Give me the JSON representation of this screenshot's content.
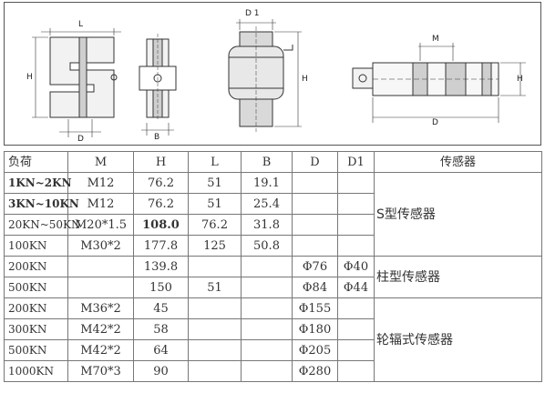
{
  "drawing_labels": {
    "s_type": {
      "length": "L",
      "height": "H",
      "diameter": "D"
    },
    "side_view": {
      "width": "B"
    },
    "column": {
      "diameter_1": "D 1",
      "height": "H"
    },
    "spoke": {
      "thread": "M",
      "height": "H",
      "diameter": "D"
    }
  },
  "table": {
    "headers": [
      "负荷",
      "M",
      "H",
      "L",
      "B",
      "D",
      "D1",
      "传感器"
    ],
    "rows": [
      {
        "load": "1KN~2KN",
        "M": "M12",
        "H": "76.2",
        "L": "51",
        "B": "19.1",
        "D": "",
        "D1": ""
      },
      {
        "load": "3KN~10KN",
        "M": "M12",
        "H": "76.2",
        "L": "51",
        "B": "25.4",
        "D": "",
        "D1": ""
      },
      {
        "load": "20KN~50KN",
        "M": "M20*1.5",
        "H": "108.0",
        "L": "76.2",
        "B": "31.8",
        "D": "",
        "D1": ""
      },
      {
        "load": "100KN",
        "M": "M30*2",
        "H": "177.8",
        "L": "125",
        "B": "50.8",
        "D": "",
        "D1": ""
      },
      {
        "load": "200KN",
        "M": "",
        "H": "139.8",
        "L": "",
        "B": "",
        "D": "Φ76",
        "D1": "Φ40"
      },
      {
        "load": "500KN",
        "M": "",
        "H": "150",
        "L": "51",
        "B": "",
        "D": "Φ84",
        "D1": "Φ44"
      },
      {
        "load": "200KN",
        "M": "M36*2",
        "H": "45",
        "L": "",
        "B": "",
        "D": "Φ155",
        "D1": ""
      },
      {
        "load": "300KN",
        "M": "M42*2",
        "H": "58",
        "L": "",
        "B": "",
        "D": "Φ180",
        "D1": ""
      },
      {
        "load": "500KN",
        "M": "M42*2",
        "H": "64",
        "L": "",
        "B": "",
        "D": "Φ205",
        "D1": ""
      },
      {
        "load": "1000KN",
        "M": "M70*3",
        "H": "90",
        "L": "",
        "B": "",
        "D": "Φ280",
        "D1": ""
      }
    ],
    "sensor_types": [
      "S型传感器",
      "柱型传感器",
      "轮辐式传感器"
    ]
  }
}
